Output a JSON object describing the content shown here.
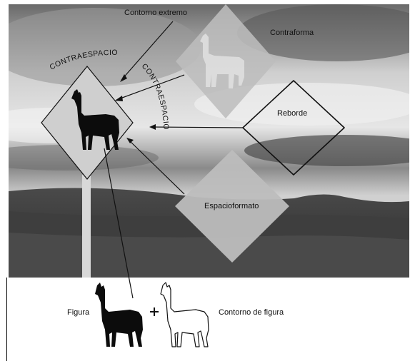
{
  "labels": {
    "contorno_extremo": "Contorno extremo",
    "contraforma": "Contraforma",
    "contraespacio_1": "CONTRAESPACIO",
    "contraespacio_2": "CONTRAESPACIO",
    "reborde": "Reborde",
    "espacioformato": "Espacioformato",
    "figura": "Figura",
    "plus": "+",
    "contorno_de_figura": "Contorno de figura"
  },
  "colors": {
    "sky_light": "#e4e4e4",
    "sky_dark": "#5e5e5e",
    "ground": "#3a3a3a",
    "diamond_gray": "#bdbdbd",
    "sign_fill": "#cfcfcf",
    "llama_black": "#0c0c0c",
    "line": "#111111"
  },
  "icons": [
    "llama-silhouette-icon",
    "llama-outline-icon",
    "llama-ghost-icon",
    "plus-icon"
  ]
}
